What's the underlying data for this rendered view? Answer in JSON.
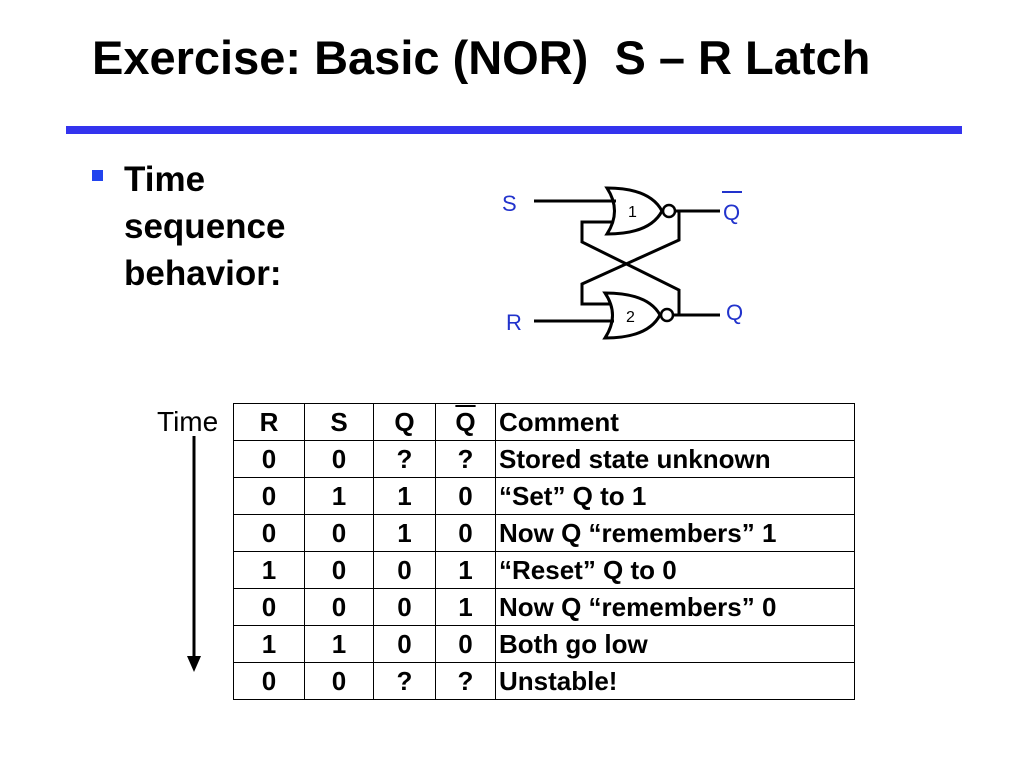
{
  "slide": {
    "title": "Exercise: Basic (NOR)  S – R Latch",
    "rule_color": "#3333ee",
    "bullet_color": "#2244ee",
    "bullet_lines": [
      "Time",
      "sequence",
      "behavior:"
    ]
  },
  "circuit": {
    "label_color": "#2233cc",
    "inputs": {
      "s": "S",
      "r": "R"
    },
    "outputs": {
      "q_bar": "Q",
      "q": "Q"
    },
    "gates": [
      {
        "id": "1",
        "type": "NOR"
      },
      {
        "id": "2",
        "type": "NOR"
      }
    ]
  },
  "table": {
    "time_label": "Time",
    "headers": [
      "R",
      "S",
      "Q",
      "Q",
      "Comment"
    ],
    "rows": [
      [
        "0",
        "0",
        "?",
        "?",
        "Stored state unknown"
      ],
      [
        "0",
        "1",
        "1",
        "0",
        "“Set” Q to 1"
      ],
      [
        "0",
        "0",
        "1",
        "0",
        "Now Q “remembers” 1"
      ],
      [
        "1",
        "0",
        "0",
        "1",
        "“Reset” Q to 0"
      ],
      [
        "0",
        "0",
        "0",
        "1",
        "Now Q “remembers” 0"
      ],
      [
        "1",
        "1",
        "0",
        "0",
        "Both go low"
      ],
      [
        "0",
        "0",
        "?",
        "?",
        "Unstable!"
      ]
    ]
  }
}
